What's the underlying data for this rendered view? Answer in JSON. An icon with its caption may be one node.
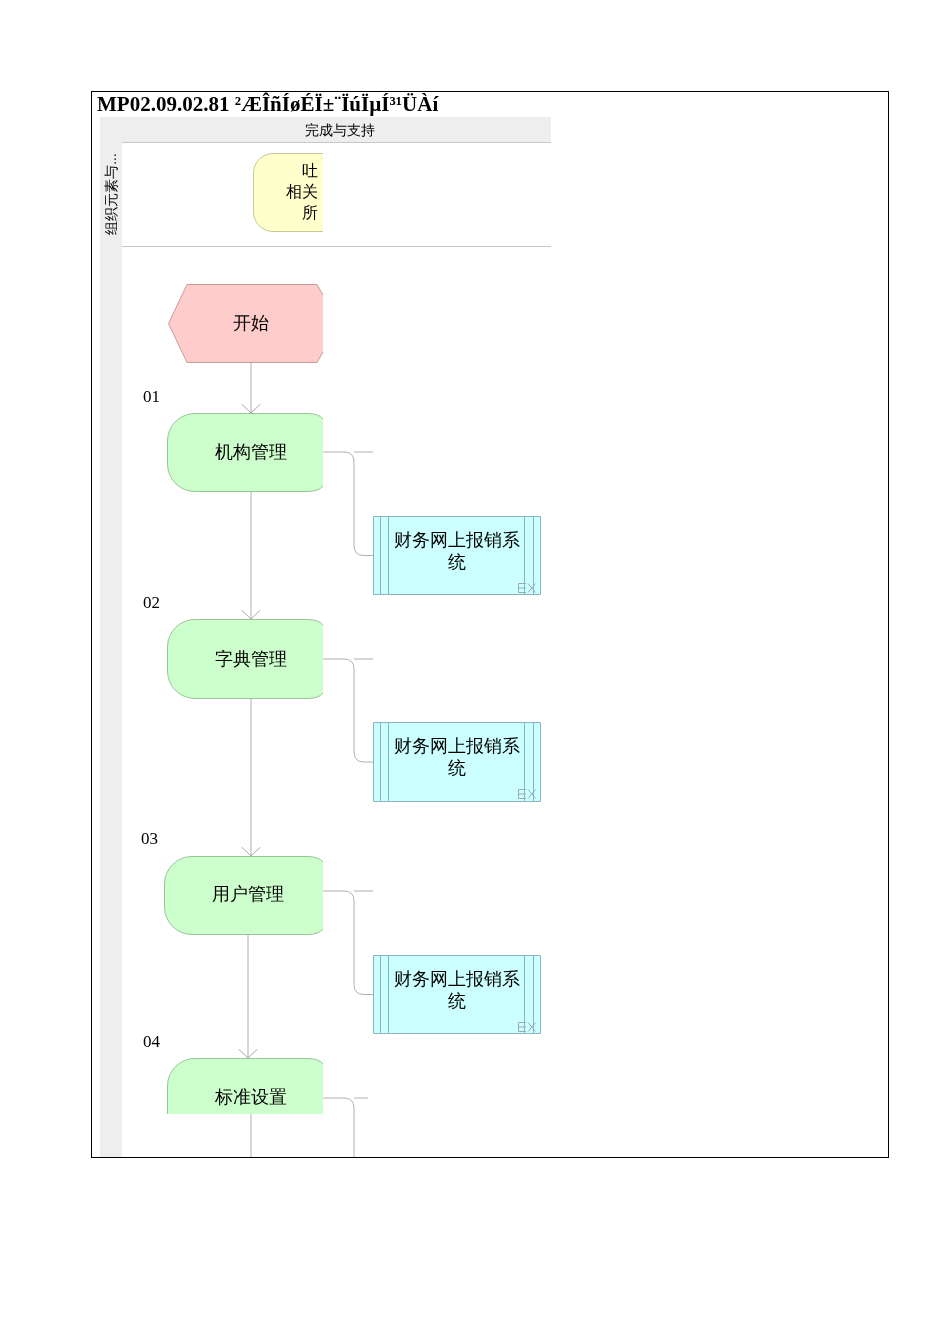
{
  "diagram": {
    "title": "MP02.09.02.81 ²ÆÎñÍøÉÏ±¨ÏúÏµÍ³¹ÜÀí",
    "nodes": [
      {
        "text": [
          "完成与支持"
        ]
      },
      {
        "text": [
          "组织元素与..."
        ]
      },
      {
        "text": [
          "吐",
          "相关",
          "所"
        ]
      },
      {
        "text": [
          "开始"
        ]
      },
      {
        "text": [
          "机构管理"
        ],
        "beside": [
          "01"
        ]
      },
      {
        "text": [
          "财务网上报销系统"
        ]
      },
      {
        "text": [
          "字典管理"
        ],
        "beside": [
          "02"
        ]
      },
      {
        "text": [
          "财务网上报销系统"
        ]
      },
      {
        "text": [
          "用户管理"
        ],
        "beside": [
          "03"
        ]
      },
      {
        "text": [
          "财务网上报销系统"
        ]
      },
      {
        "text": [
          "标准设置"
        ],
        "beside": [
          "04"
        ]
      }
    ],
    "edges": [
      {
        "from": 3,
        "to": 4,
        "arrow": "to"
      },
      {
        "from": 4,
        "to": 5,
        "arrow": "none"
      },
      {
        "from": 4,
        "to": 6,
        "arrow": "to"
      },
      {
        "from": 6,
        "to": 7,
        "arrow": "none"
      },
      {
        "from": 6,
        "to": 8,
        "arrow": "to"
      },
      {
        "from": 8,
        "to": 9,
        "arrow": "none"
      },
      {
        "from": 8,
        "to": 10,
        "arrow": "to"
      },
      {
        "from": 10,
        "to": null,
        "arrow": "none"
      },
      {
        "from": 10,
        "to": null,
        "arrow": "none"
      }
    ]
  }
}
